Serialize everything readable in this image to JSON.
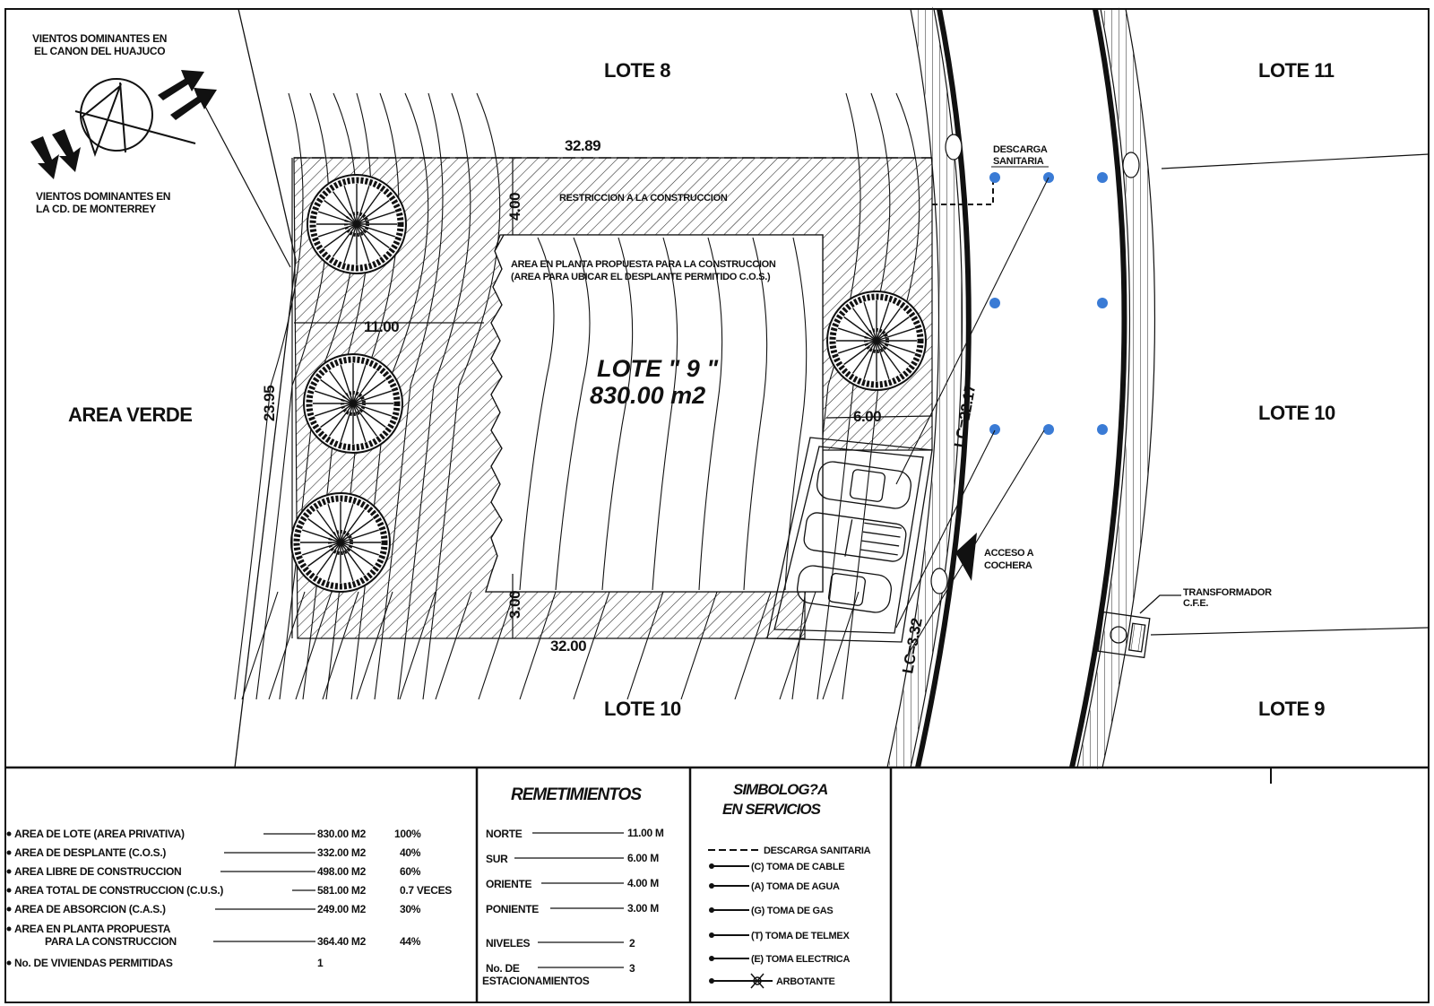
{
  "winds": {
    "huajuco": [
      "VIENTOS DOMINANTES EN",
      "EL CANON DEL HUAJUCO"
    ],
    "monterrey": [
      "VIENTOS DOMINANTES EN",
      "LA CD. DE MONTERREY"
    ]
  },
  "neighbors": {
    "lote8": "LOTE 8",
    "lote10_bottom": "LOTE 10",
    "lote11": "LOTE 11",
    "lote10_right": "LOTE 10",
    "lote9": "LOTE 9",
    "area_verde": "AREA VERDE"
  },
  "lot": {
    "name": "LOTE \" 9 \"",
    "area": "830.00 m2",
    "restriction": "RESTRICCION A LA CONSTRUCCION",
    "proposed": [
      "AREA EN PLANTA PROPUESTA PARA LA CONSTRUCCION",
      "(AREA PARA UBICAR EL DESPLANTE PERMITIDO C.O.S.)"
    ]
  },
  "dimensions": {
    "top": "32.89",
    "bottom": "32.00",
    "left": "23.95",
    "setback_west": "11.00",
    "setback_north": "4.00",
    "setback_south": "3.00",
    "setback_east": "6.00",
    "lc1": "LC=22.17",
    "lc2": "LC=3.32"
  },
  "annotations": {
    "descarga": "DESCARGA",
    "sanitaria": "SANITARIA",
    "acceso": [
      "ACCESO A",
      "COCHERA"
    ],
    "transformador": [
      "TRANSFORMADOR",
      "C.F.E."
    ]
  },
  "areas": {
    "rows": [
      {
        "label": "AREA DE LOTE   (AREA PRIVATIVA)",
        "value": "830.00 M2",
        "pct": "100%"
      },
      {
        "label": "AREA DE DESPLANTE (C.O.S.)",
        "value": "332.00 M2",
        "pct": "40%"
      },
      {
        "label": "AREA LIBRE DE CONSTRUCCION",
        "value": "498.00 M2",
        "pct": "60%"
      },
      {
        "label": "AREA TOTAL DE CONSTRUCCION (C.U.S.)",
        "value": "581.00 M2",
        "pct": "0.7 VECES"
      },
      {
        "label": "AREA DE ABSORCION (C.A.S.)",
        "value": "249.00 M2",
        "pct": "30%"
      }
    ],
    "planta_l1": "AREA EN PLANTA PROPUESTA",
    "planta_l2": "PARA LA CONSTRUCCION",
    "planta_value": "364.40 M2",
    "planta_pct": "44%",
    "viviendas_label": "No. DE VIVIENDAS PERMITIDAS",
    "viviendas_value": "1"
  },
  "remetimientos": {
    "title": "REMETIMIENTOS",
    "rows": [
      {
        "label": "NORTE",
        "value": "11.00 M"
      },
      {
        "label": "SUR",
        "value": "6.00 M"
      },
      {
        "label": "ORIENTE",
        "value": "4.00 M"
      },
      {
        "label": "PONIENTE",
        "value": "3.00 M"
      }
    ],
    "niveles_label": "NIVELES",
    "niveles_value": "2",
    "estac_l1": "No. DE",
    "estac_l2": "ESTACIONAMIENTOS",
    "estac_value": "3"
  },
  "simbologia": {
    "title_l1": "SIMBOLOG?A",
    "title_l2": "EN SERVICIOS",
    "items": [
      "DESCARGA SANITARIA",
      "(C) TOMA DE CABLE",
      "(A) TOMA DE AGUA",
      "(G) TOMA DE GAS",
      "(T) TOMA DE TELMEX",
      "(E) TOMA ELECTRICA",
      "ARBOTANTE"
    ]
  },
  "colors": {
    "ink": "#111111",
    "service_dot": "#3a7bd5"
  }
}
